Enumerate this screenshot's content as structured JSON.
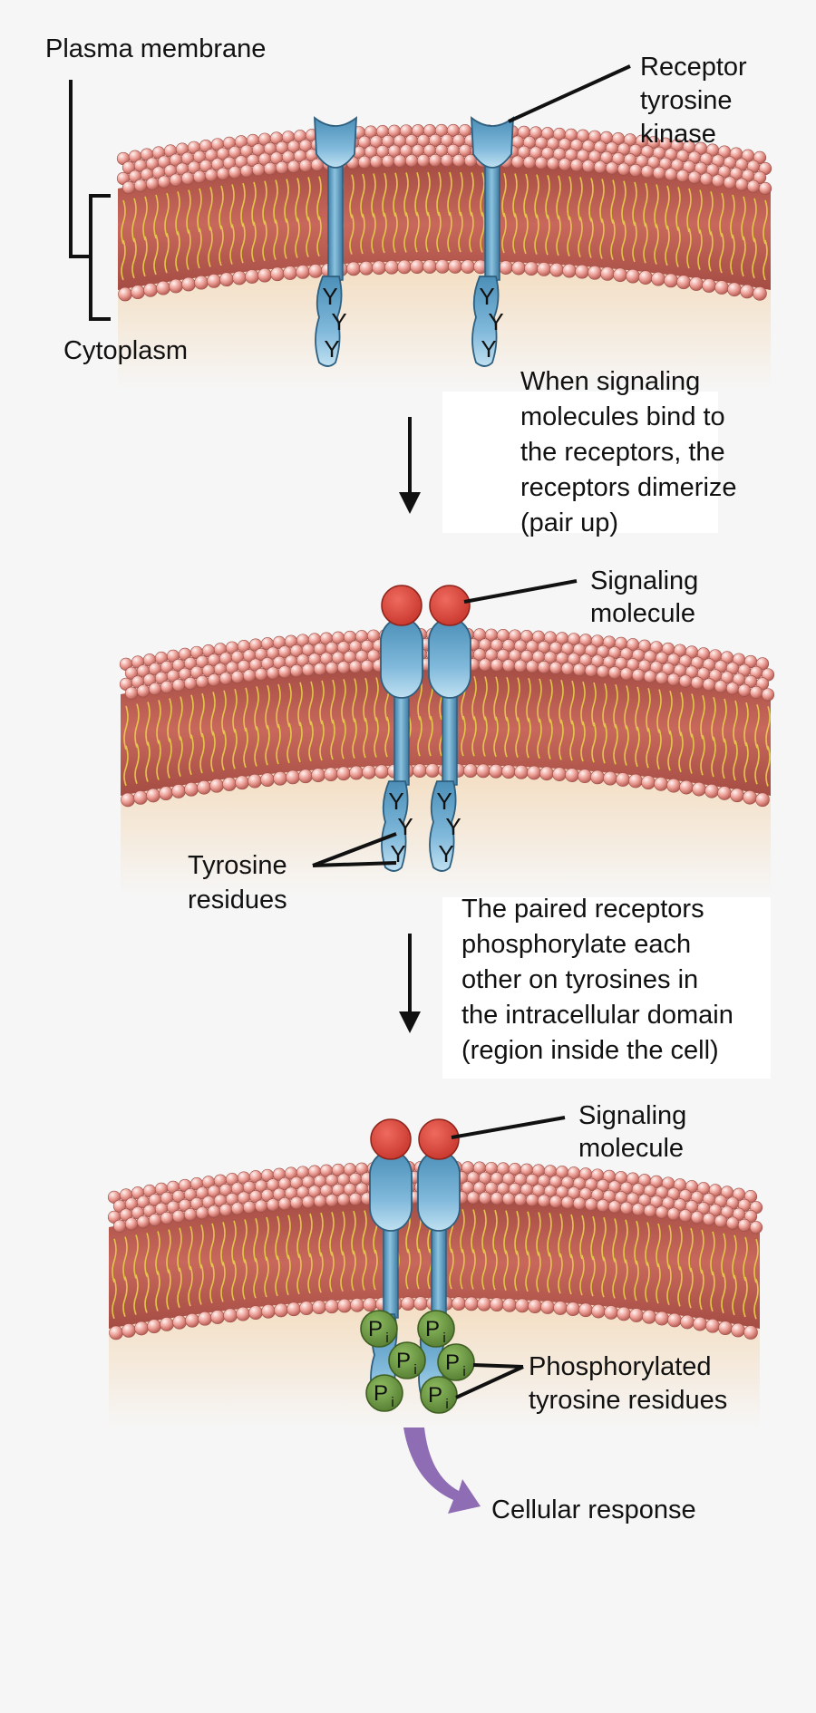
{
  "labels": {
    "plasma_membrane": "Plasma membrane",
    "cytoplasm": "Cytoplasm",
    "receptor_tyrosine_kinase": [
      "Receptor",
      "tyrosine",
      "kinase"
    ],
    "step1_caption": [
      "When signaling",
      "molecules bind to",
      "the receptors, the",
      "receptors dimerize",
      "(pair up)"
    ],
    "signaling_molecule_2": [
      "Signaling",
      "molecule"
    ],
    "tyrosine_residues": [
      "Tyrosine",
      "residues"
    ],
    "step2_caption": [
      "The paired receptors",
      "phosphorylate each",
      "other on tyrosines in",
      "the intracellular domain",
      "(region inside the cell)"
    ],
    "signaling_molecule_3": [
      "Signaling",
      "molecule"
    ],
    "phosphorylated_tyrosine_residues": [
      "Phosphorylated",
      "tyrosine residues"
    ],
    "cellular_response": "Cellular response"
  },
  "tyrosine_symbol": "Y",
  "phosphate_symbol": "P",
  "phosphate_subscript": "i",
  "colors": {
    "background": "#f6f6f6",
    "receptor_blue": "#5b9fc6",
    "receptor_dark": "#2f5f7e",
    "signaling_red": "#d9443a",
    "phosphate_green": "#6e9a43",
    "lipid_head": "#e8978f",
    "lipid_tail": "#e6c94a",
    "membrane_interior": "#b8574e",
    "response_arrow": "#8f6db5"
  }
}
